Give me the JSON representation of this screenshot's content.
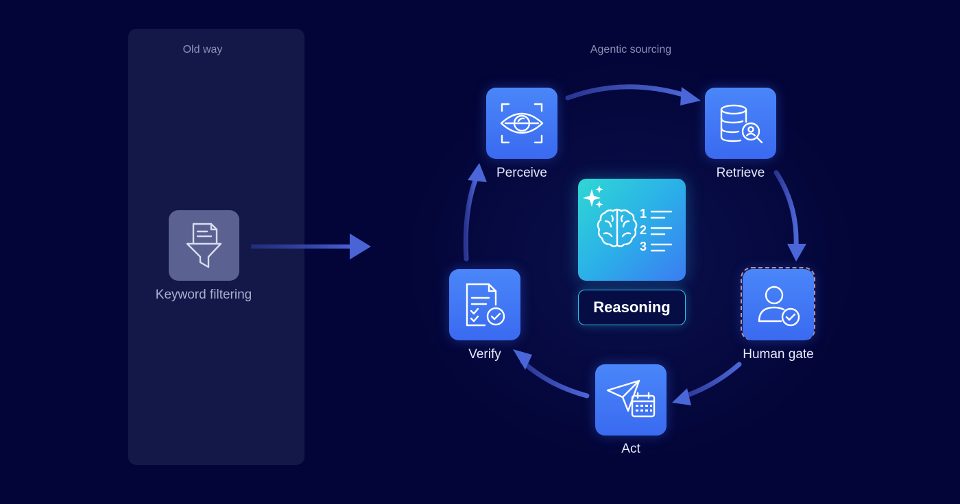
{
  "panels": {
    "old": {
      "title": "Old way",
      "step": "Keyword filtering",
      "icon": "document-funnel-icon"
    },
    "new": {
      "title": "Agentic sourcing"
    }
  },
  "cycle": {
    "center": {
      "label": "Reasoning",
      "icon": "brain-numbered-list-icon",
      "accent": "sparkle-icon"
    },
    "steps": [
      {
        "label": "Perceive",
        "icon": "eye-scan-icon"
      },
      {
        "label": "Retrieve",
        "icon": "database-search-icon"
      },
      {
        "label": "Human gate",
        "icon": "user-check-icon"
      },
      {
        "label": "Act",
        "icon": "send-calendar-icon"
      },
      {
        "label": "Verify",
        "icon": "document-checkmark-icon"
      }
    ]
  },
  "colors": {
    "background": "#030538",
    "panel": "#141848",
    "tile": "#3f76f5",
    "reasoning_gradient": [
      "#2fd8d4",
      "#3b7cf2"
    ],
    "gate_dash": "#d59a82",
    "arrow": "#4a5cc8"
  }
}
